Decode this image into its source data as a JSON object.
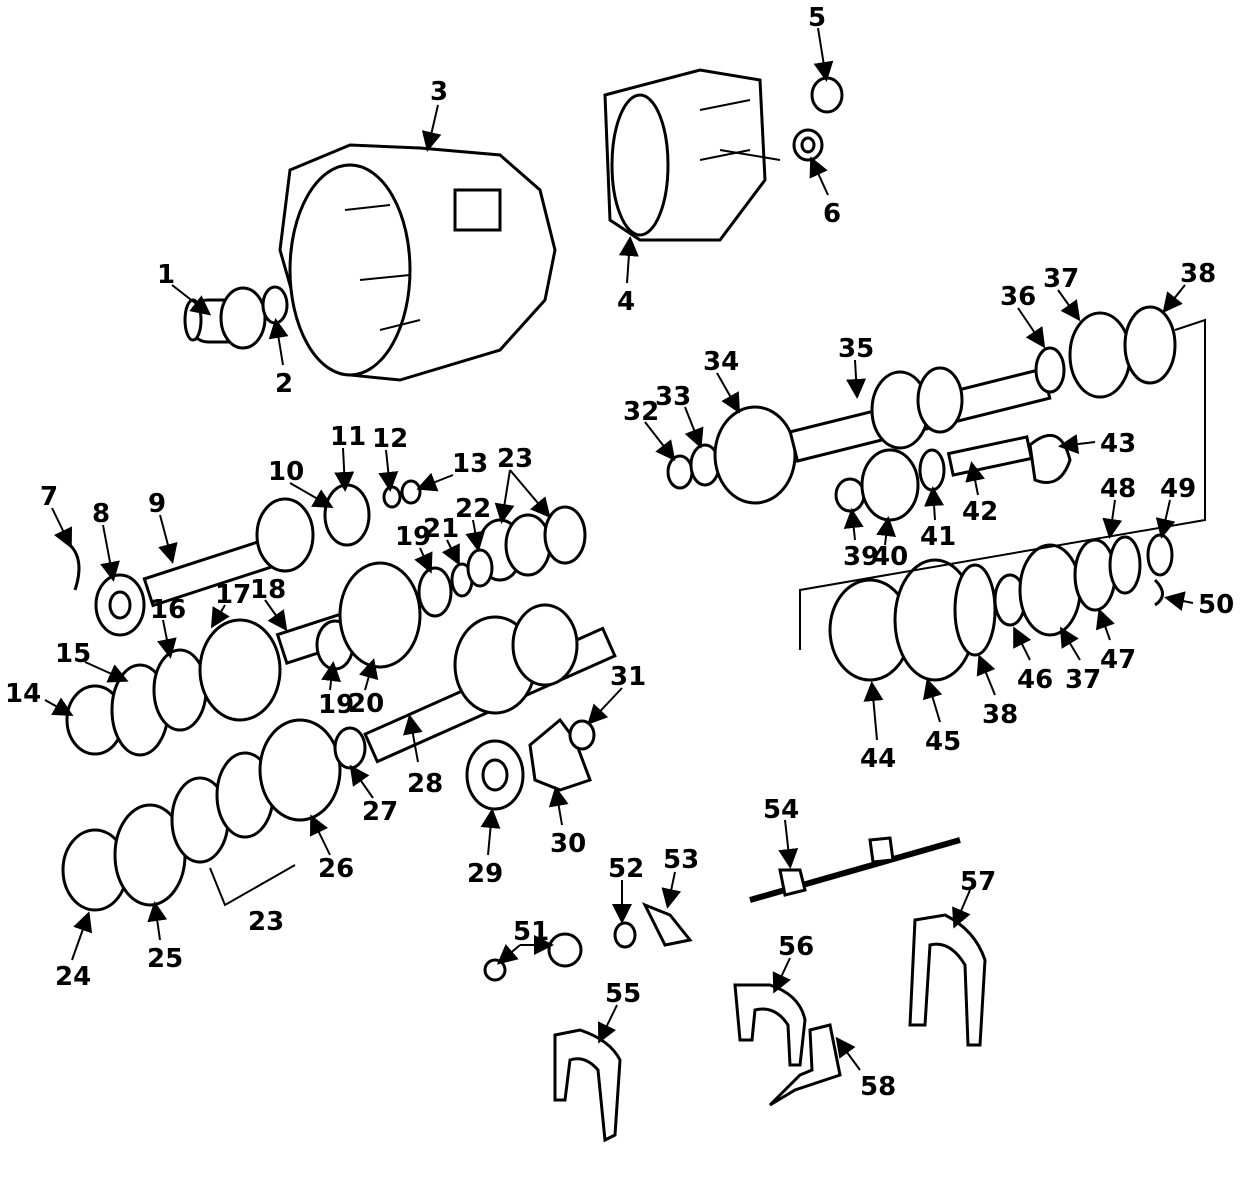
{
  "callouts": [
    "1",
    "2",
    "3",
    "4",
    "5",
    "6",
    "7",
    "8",
    "9",
    "10",
    "11",
    "12",
    "13",
    "23",
    "14",
    "15",
    "16",
    "17",
    "18",
    "19",
    "19",
    "20",
    "21",
    "22",
    "24",
    "25",
    "23",
    "26",
    "27",
    "28",
    "29",
    "30",
    "31",
    "32",
    "33",
    "34",
    "35",
    "36",
    "37",
    "38",
    "39",
    "40",
    "41",
    "42",
    "43",
    "44",
    "45",
    "38",
    "46",
    "37",
    "47",
    "48",
    "49",
    "50",
    "51",
    "52",
    "53",
    "54",
    "55",
    "56",
    "57",
    "58"
  ]
}
